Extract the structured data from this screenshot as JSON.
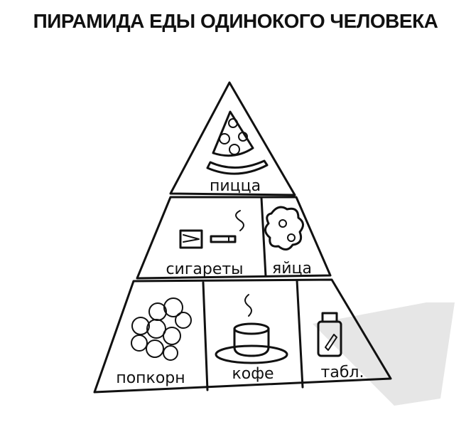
{
  "title": "ПИРАМИДА ЕДЫ ОДИНОКОГО ЧЕЛОВЕКА",
  "tiers": [
    {
      "cells": [
        {
          "label": "пицца",
          "icon": "pizza-icon"
        }
      ]
    },
    {
      "cells": [
        {
          "label": "сигареты",
          "icon": "cigarette-ashtray-icon"
        },
        {
          "label": "яйца",
          "icon": "fried-eggs-icon"
        }
      ]
    },
    {
      "cells": [
        {
          "label": "попкорн",
          "icon": "popcorn-icon"
        },
        {
          "label": "кофе",
          "icon": "coffee-cup-icon"
        },
        {
          "label": "табл.",
          "icon": "pill-bottle-icon"
        }
      ]
    }
  ],
  "colors": {
    "ink": "#111111",
    "background": "#ffffff",
    "shadow": "#e6e6e6"
  }
}
